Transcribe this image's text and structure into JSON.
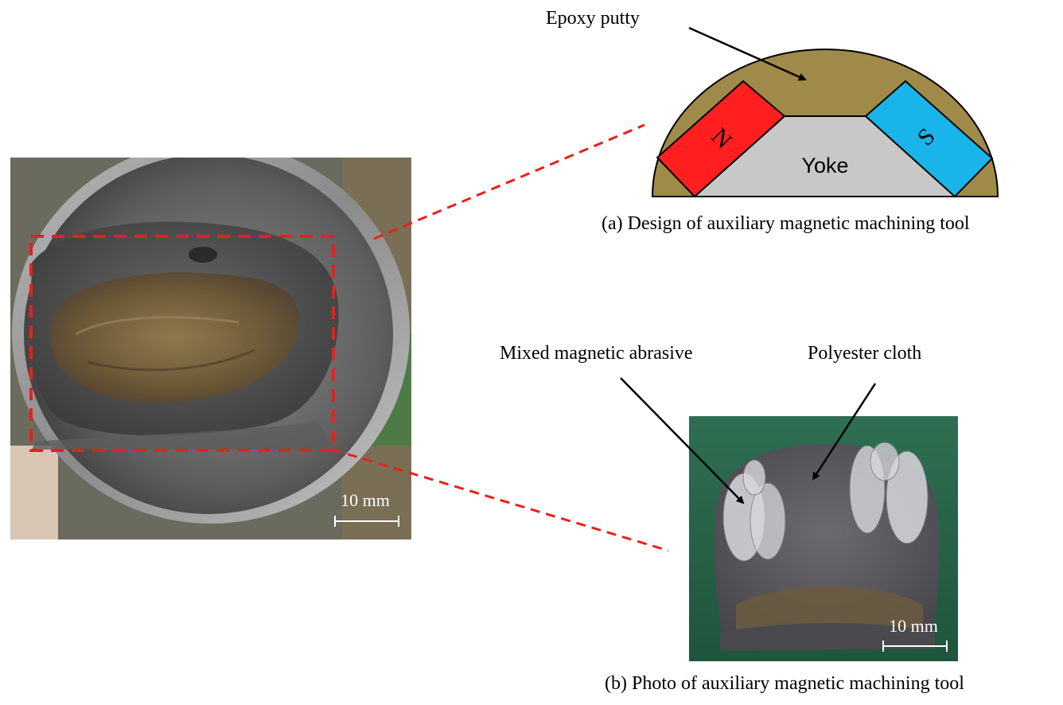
{
  "figure": {
    "design": {
      "pole_n": "N",
      "pole_s": "S",
      "yoke_label": "Yoke",
      "callout_epoxy": "Epoxy putty",
      "caption": "(a) Design of auxiliary magnetic machining tool",
      "colors": {
        "epoxy": "#a08a4a",
        "pole_n": "#ff1f1f",
        "pole_s": "#19b4ea",
        "yoke": "#c8c8c8"
      }
    },
    "pipe_photo": {
      "scale_bar_label": "10 mm"
    },
    "tool_photo": {
      "callout_abrasive": "Mixed magnetic abrasive",
      "callout_cloth": "Polyester cloth",
      "scale_bar_label": "10 mm",
      "caption": "(b) Photo of auxiliary magnetic machining tool"
    },
    "colors": {
      "zoom_lines": "#e8201c",
      "arrows": "#000000"
    }
  }
}
